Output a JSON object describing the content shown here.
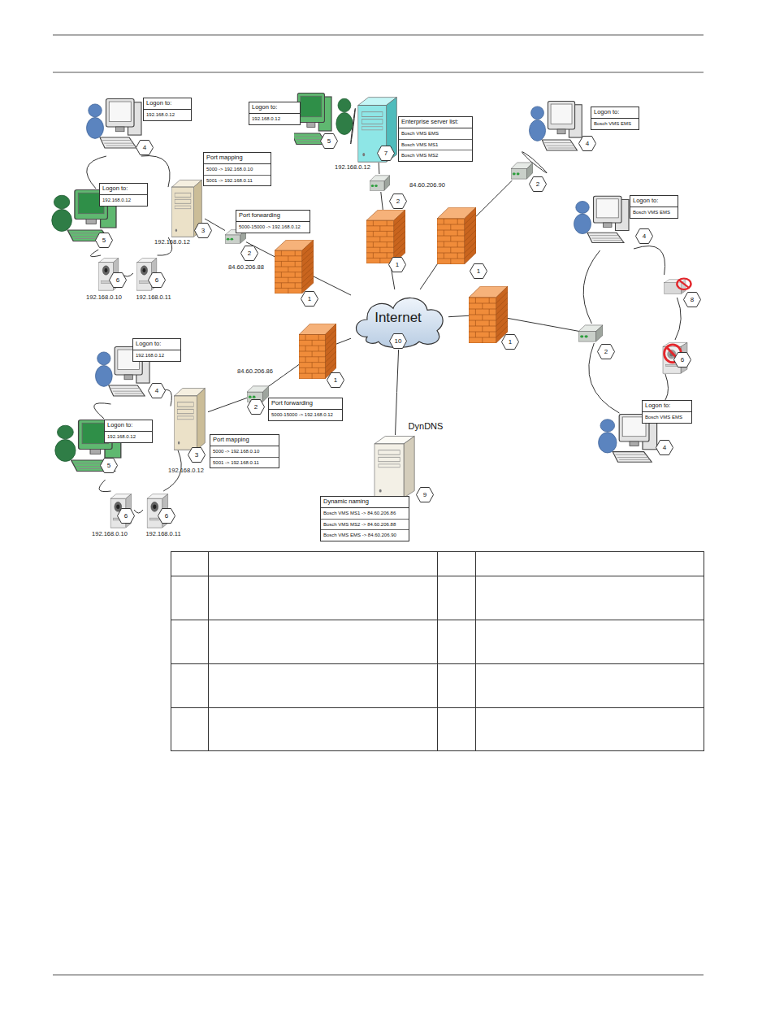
{
  "diagram": {
    "nodes": [
      {
        "text": [
          "4"
        ]
      },
      {
        "text": [
          "Logon to:",
          "192.168.0.12"
        ]
      },
      {
        "text": [
          "5"
        ]
      },
      {
        "text": [
          "Logon to:",
          "192.168.0.12"
        ]
      },
      {
        "text": [
          "192.168.0.12",
          "3"
        ]
      },
      {
        "text": [
          "Port mapping",
          "5000 -> 192.168.0.10",
          "5001 -> 192.168.0.11"
        ]
      },
      {
        "text": [
          "84.60.206.88",
          "2"
        ]
      },
      {
        "text": [
          "Port forwarding",
          "5000-15000 -> 192.168.0.12"
        ]
      },
      {
        "text": [
          "192.168.0.10",
          "6"
        ]
      },
      {
        "text": [
          "192.168.0.11",
          "6"
        ]
      },
      {
        "text": [
          "1"
        ]
      },
      {
        "text": [
          "5"
        ]
      },
      {
        "text": [
          "Logon to:",
          "192.168.0.12"
        ]
      },
      {
        "text": [
          "192.168.0.12",
          "7"
        ]
      },
      {
        "text": [
          "Enterprise server list:",
          "Bosch VMS EMS",
          "Bosch VMS MS1",
          "Bosch VMS MS2"
        ]
      },
      {
        "text": [
          "84.60.206.90",
          "2"
        ]
      },
      {
        "text": [
          "1"
        ]
      },
      {
        "text": [
          "4"
        ]
      },
      {
        "text": [
          "Logon to:",
          "Bosch VMS EMS"
        ]
      },
      {
        "text": [
          "2"
        ]
      },
      {
        "text": [
          "1"
        ]
      },
      {
        "text": [
          "4"
        ]
      },
      {
        "text": [
          "Logon to:",
          "Bosch VMS EMS"
        ]
      },
      {
        "text": [
          "8"
        ]
      },
      {
        "text": [
          "6"
        ]
      },
      {
        "text": [
          "4"
        ]
      },
      {
        "text": [
          "Logon to:",
          "Bosch VMS EMS"
        ]
      },
      {
        "text": [
          "2"
        ]
      },
      {
        "text": [
          "1"
        ]
      },
      {
        "text": [
          "4"
        ]
      },
      {
        "text": [
          "Logon to:",
          "192.168.0.12"
        ]
      },
      {
        "text": [
          "5"
        ]
      },
      {
        "text": [
          "Logon to:",
          "192.168.0.12"
        ]
      },
      {
        "text": [
          "192.168.0.12",
          "3"
        ]
      },
      {
        "text": [
          "Port mapping",
          "5000 -> 192.168.0.10",
          "5001 -> 192.168.0.11"
        ]
      },
      {
        "text": [
          "84.60.206.86",
          "2"
        ]
      },
      {
        "text": [
          "Port forwarding",
          "5000-15000 -> 192.168.0.12"
        ]
      },
      {
        "text": [
          "1"
        ]
      },
      {
        "text": [
          "192.168.0.10",
          "6"
        ]
      },
      {
        "text": [
          "192.168.0.11",
          "6"
        ]
      },
      {
        "text": [
          "Internet",
          "10"
        ]
      },
      {
        "text": [
          "DynDNS",
          "9"
        ]
      },
      {
        "text": [
          "Dynamic naming",
          "Bosch VMS MS1 -> 84.60.206.86",
          "Bosch VMS MS2 -> 84.60.206.88",
          "Bosch VMS EMS -> 84.60.206.90"
        ]
      }
    ],
    "edges": [
      {
        "from": 0,
        "to": 4,
        "arrow": "none"
      },
      {
        "from": 4,
        "to": 9,
        "arrow": "none"
      },
      {
        "from": 9,
        "to": 8,
        "arrow": "none"
      },
      {
        "from": 8,
        "to": 2,
        "arrow": "none"
      },
      {
        "from": 2,
        "to": 0,
        "arrow": "none"
      },
      {
        "from": 4,
        "to": 6,
        "arrow": "none"
      },
      {
        "from": 6,
        "to": 10,
        "arrow": "none"
      },
      {
        "from": 10,
        "to": 40,
        "arrow": "none"
      },
      {
        "from": 11,
        "to": 13,
        "arrow": "none"
      },
      {
        "from": 13,
        "to": 11,
        "arrow": "none"
      },
      {
        "from": 13,
        "to": 15,
        "arrow": "none"
      },
      {
        "from": 15,
        "to": 16,
        "arrow": "none"
      },
      {
        "from": 16,
        "to": 40,
        "arrow": "none"
      },
      {
        "from": 17,
        "to": 19,
        "arrow": "none"
      },
      {
        "from": 19,
        "to": 17,
        "arrow": "none"
      },
      {
        "from": 19,
        "to": 20,
        "arrow": "none"
      },
      {
        "from": 20,
        "to": 40,
        "arrow": "none"
      },
      {
        "from": 21,
        "to": 23,
        "arrow": "none"
      },
      {
        "from": 23,
        "to": 24,
        "arrow": "none"
      },
      {
        "from": 24,
        "to": 25,
        "arrow": "none"
      },
      {
        "from": 25,
        "to": 27,
        "arrow": "none"
      },
      {
        "from": 27,
        "to": 21,
        "arrow": "none"
      },
      {
        "from": 27,
        "to": 28,
        "arrow": "none"
      },
      {
        "from": 28,
        "to": 40,
        "arrow": "none"
      },
      {
        "from": 29,
        "to": 33,
        "arrow": "none"
      },
      {
        "from": 33,
        "to": 39,
        "arrow": "none"
      },
      {
        "from": 39,
        "to": 38,
        "arrow": "none"
      },
      {
        "from": 38,
        "to": 31,
        "arrow": "none"
      },
      {
        "from": 31,
        "to": 29,
        "arrow": "none"
      },
      {
        "from": 33,
        "to": 35,
        "arrow": "none"
      },
      {
        "from": 35,
        "to": 37,
        "arrow": "none"
      },
      {
        "from": 37,
        "to": 40,
        "arrow": "none"
      },
      {
        "from": 40,
        "to": 41,
        "arrow": "none"
      }
    ]
  }
}
